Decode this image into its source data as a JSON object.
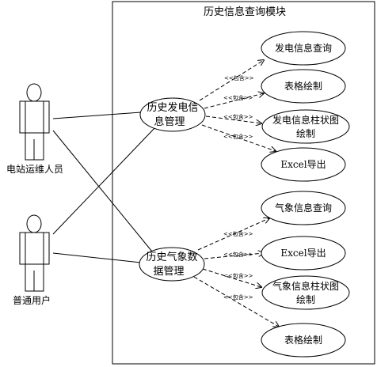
{
  "system": {
    "title": "历史信息查询模块"
  },
  "actors": [
    {
      "label": "电站运维人员"
    },
    {
      "label": "普通用户"
    }
  ],
  "main_use_cases": [
    {
      "lines": [
        "历史发电信",
        "息管理"
      ]
    },
    {
      "lines": [
        "历史气象数",
        "据管理"
      ]
    }
  ],
  "sub_use_cases": [
    {
      "lines": [
        "发电信息查询"
      ]
    },
    {
      "lines": [
        "表格绘制"
      ]
    },
    {
      "lines": [
        "发电信息柱状图",
        "绘制"
      ]
    },
    {
      "lines": [
        "Excel导出"
      ]
    },
    {
      "lines": [
        "气象信息查询"
      ]
    },
    {
      "lines": [
        "Excel导出"
      ]
    },
    {
      "lines": [
        "气象信息柱状图",
        "绘制"
      ]
    },
    {
      "lines": [
        "表格绘制"
      ]
    }
  ],
  "include_label": "<<包含>>"
}
